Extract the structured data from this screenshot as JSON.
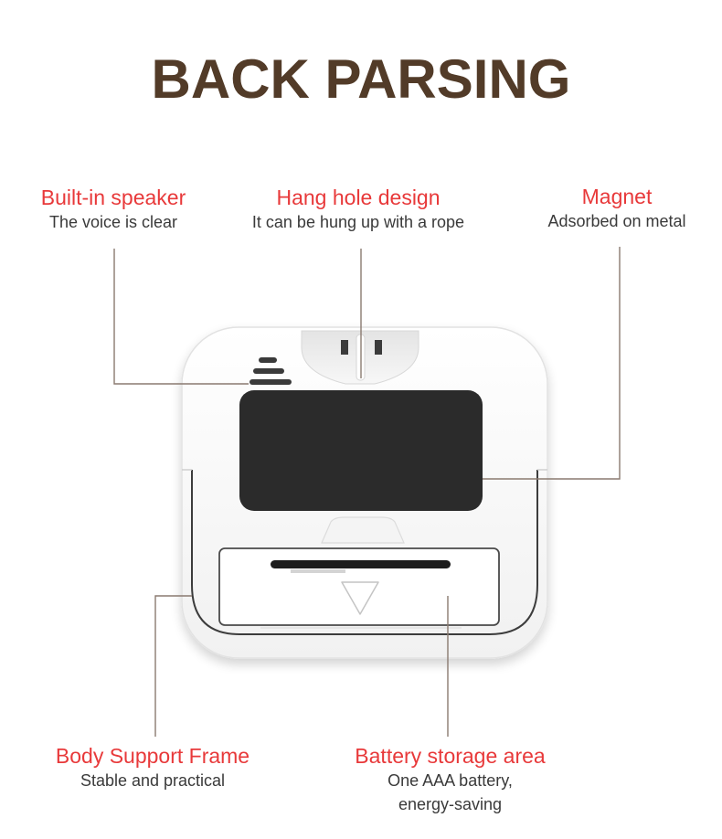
{
  "title": "BACK PARSING",
  "callouts": {
    "speaker": {
      "head": "Built-in speaker",
      "sub": "The voice is clear"
    },
    "hang": {
      "head": "Hang hole design",
      "sub": "It can be hung up with a rope"
    },
    "magnet": {
      "head": "Magnet",
      "sub": "Adsorbed on metal"
    },
    "frame": {
      "head": "Body Support Frame",
      "sub": "Stable and practical"
    },
    "battery": {
      "head": "Battery storage area",
      "sub1": "One AAA battery,",
      "sub2": "energy-saving"
    }
  },
  "colors": {
    "title": "#523b28",
    "heading": "#e8393a",
    "body_text": "#3a3a3a",
    "leader_line": "#8a7a70",
    "magnet": "#2b2b2b"
  }
}
